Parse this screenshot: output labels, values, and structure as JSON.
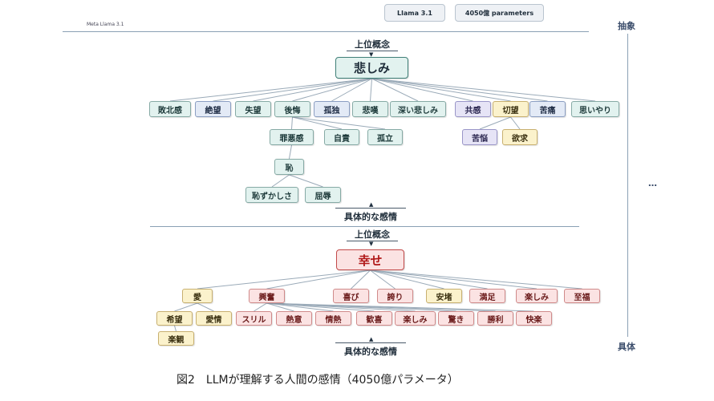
{
  "header": {
    "model_small": "Meta Llama 3.1",
    "badge_model": "Llama 3.1",
    "badge_params": "4050億 parameters"
  },
  "side": {
    "abstract": "抽象",
    "concrete": "具体",
    "ellipsis": "…"
  },
  "sad": {
    "upper": "上位概念",
    "root": "悲しみ",
    "lower": "具体的な感情",
    "level1": [
      "敗北感",
      "絶望",
      "失望",
      "後悔",
      "孤独",
      "悲嘆",
      "深い悲しみ",
      "共感",
      "切望",
      "苦痛",
      "思いやり"
    ],
    "regret_children": [
      "罪悪感",
      "自責",
      "孤立"
    ],
    "guilt_child": "恥",
    "shame_children": [
      "恥ずかしさ",
      "屈辱"
    ],
    "yearning_children": [
      "苦悩",
      "欲求"
    ]
  },
  "happy": {
    "upper": "上位概念",
    "root": "幸せ",
    "lower": "具体的な感情",
    "level1": [
      "愛",
      "興奮",
      "喜び",
      "誇り",
      "安堵",
      "満足",
      "楽しみ",
      "至福"
    ],
    "love_children": [
      "希望",
      "愛情"
    ],
    "hope_child": "楽観",
    "excite_children": [
      "スリル",
      "熱意",
      "情熱",
      "歓喜",
      "楽しみ",
      "驚き",
      "勝利",
      "快楽"
    ]
  },
  "caption": "図2　LLMが理解する人間の感情（4050億パラメータ）",
  "colors": {
    "line": "#9aaab8",
    "rule": "#8aa0b4"
  }
}
